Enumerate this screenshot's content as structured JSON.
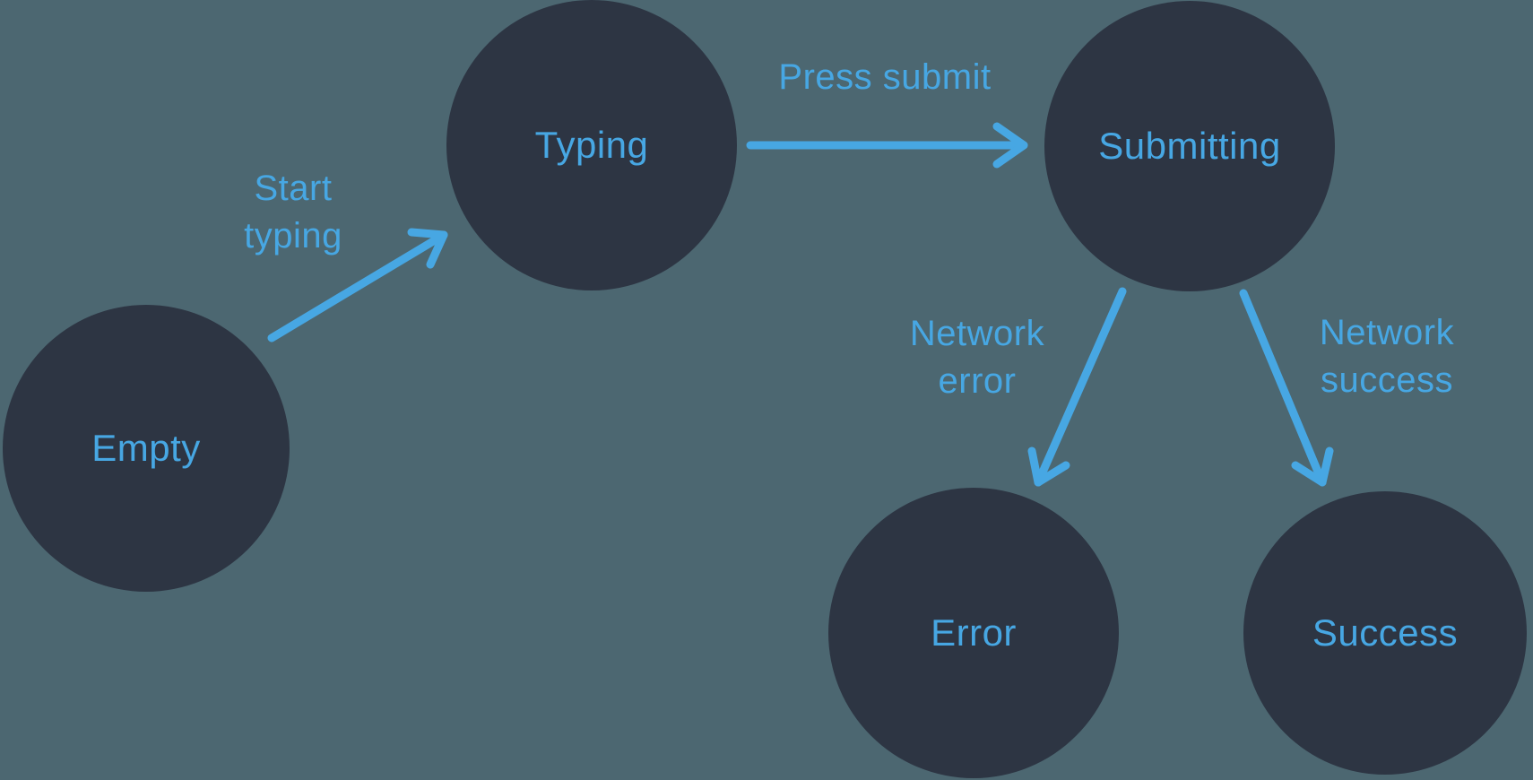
{
  "diagram": {
    "type": "state-machine",
    "colors": {
      "background": "#4C6771",
      "node": "#2D3543",
      "accent": "#47A7E3"
    },
    "nodes": [
      {
        "id": "empty",
        "label": "Empty"
      },
      {
        "id": "typing",
        "label": "Typing"
      },
      {
        "id": "submitting",
        "label": "Submitting"
      },
      {
        "id": "error",
        "label": "Error"
      },
      {
        "id": "success",
        "label": "Success"
      }
    ],
    "edges": [
      {
        "from": "Empty",
        "to": "Typing",
        "label": "Start typing",
        "label_lines": [
          "Start",
          "typing"
        ]
      },
      {
        "from": "Typing",
        "to": "Submitting",
        "label": "Press submit",
        "label_lines": [
          "Press submit"
        ]
      },
      {
        "from": "Submitting",
        "to": "Error",
        "label": "Network error",
        "label_lines": [
          "Network",
          "error"
        ]
      },
      {
        "from": "Submitting",
        "to": "Success",
        "label": "Network success",
        "label_lines": [
          "Network",
          "success"
        ]
      }
    ]
  }
}
